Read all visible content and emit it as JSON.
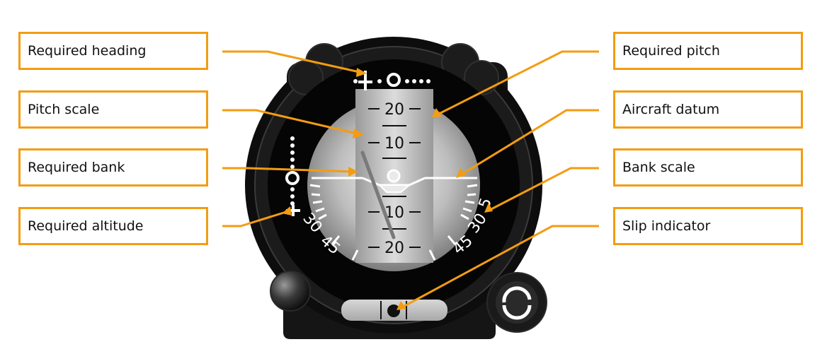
{
  "labels": {
    "required_heading": "Required heading",
    "pitch_scale": "Pitch scale",
    "required_bank": "Required bank",
    "required_altitude": "Required altitude",
    "required_pitch": "Required pitch",
    "aircraft_datum": "Aircraft datum",
    "bank_scale": "Bank scale",
    "slip_indicator": "Slip indicator"
  },
  "pitch_ticks": {
    "upper_20": "20",
    "upper_10": "10",
    "lower_10": "10",
    "lower_20": "20"
  },
  "bank_ticks": {
    "left_30": "30",
    "left_45": "45",
    "right_45": "45",
    "right_30": "30",
    "right_15_partial": "5"
  },
  "colors": {
    "callout_border": "#f39c12",
    "leader_line": "#f39c12",
    "instrument_body": "#151515"
  }
}
